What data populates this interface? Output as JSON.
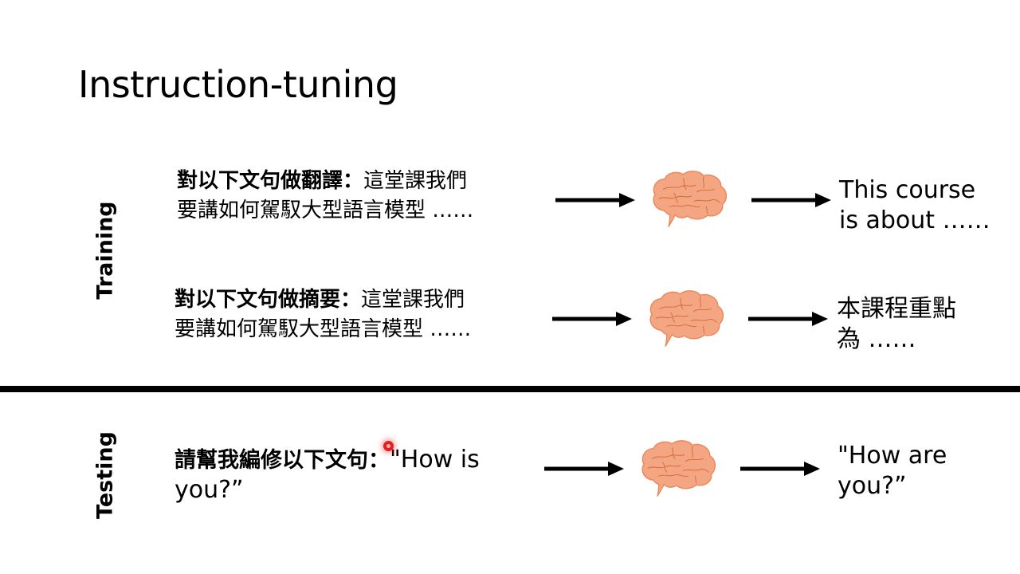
{
  "title": "Instruction-tuning",
  "sections": {
    "training_label": "Training",
    "testing_label": "Testing"
  },
  "rows": [
    {
      "instruction": "對以下文句做翻譯：",
      "input_line1": "這堂課我們",
      "input_line2": "要講如何駕馭大型語言模型 ……",
      "output_line1": "This course",
      "output_line2": "is about ……"
    },
    {
      "instruction": "對以下文句做摘要：",
      "input_line1": "這堂課我們",
      "input_line2": "要講如何駕馭大型語言模型 ……",
      "output_line1": "本課程重點",
      "output_line2": "為 ……"
    },
    {
      "instruction": "請幫我編修以下文句：",
      "input_line1": "\"How is",
      "input_line2": "you?”",
      "output_line1": "\"How are",
      "output_line2": "you?”"
    }
  ],
  "colors": {
    "brain_fill": "#f4a582",
    "brain_stroke": "#e8875a",
    "brain_folds": "#d4703f",
    "arrow": "#000000",
    "divider": "#000000",
    "laser_pointer": "#e22020"
  },
  "icons": {
    "model": "brain-icon",
    "flow": "arrow-right-icon"
  }
}
